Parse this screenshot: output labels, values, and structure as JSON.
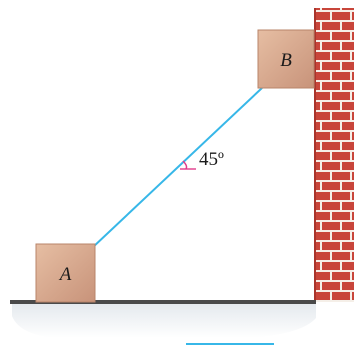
{
  "figure": {
    "block_a_label": "A",
    "block_b_label": "B",
    "angle_label": "45º"
  },
  "colors": {
    "block_fill": "#d9a98a",
    "block_shadow": "#b8846a",
    "rope": "#37b7e8",
    "angle_mark": "#e03a8c",
    "brick": "#c8453a",
    "mortar": "#f5efe8",
    "ground_line": "#4a4a4a",
    "ground_shadow": "#d7dde3",
    "bottom_accent": "#37b7e8"
  }
}
